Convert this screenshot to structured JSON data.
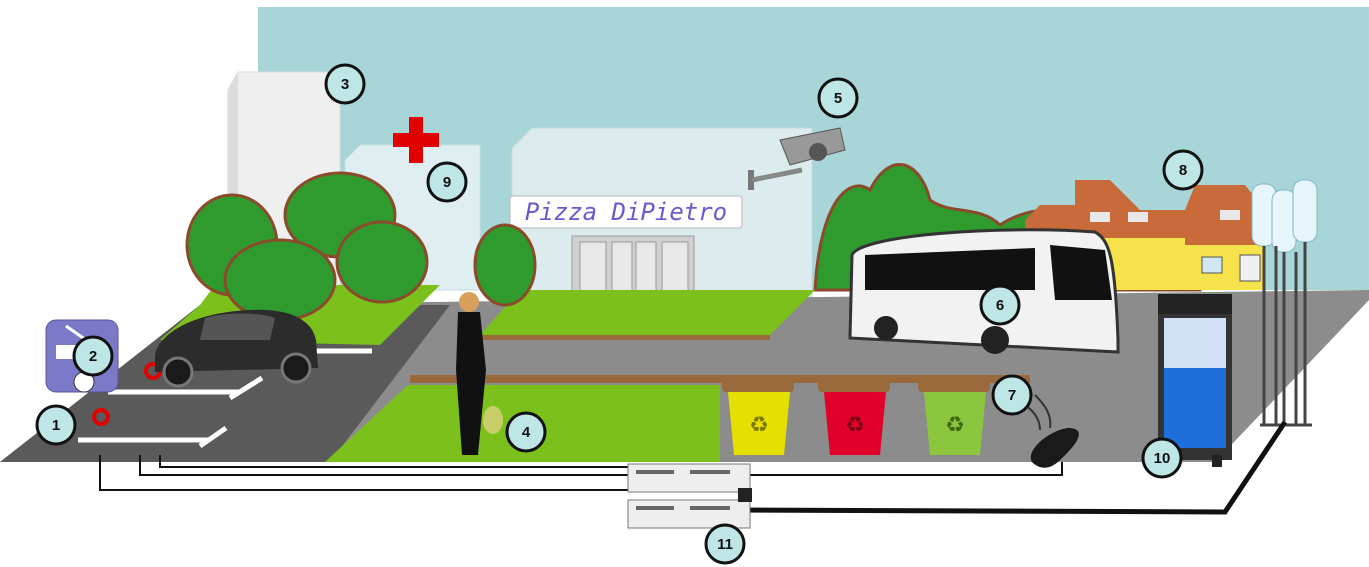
{
  "scene": {
    "shop_sign": "Pizza DiPietro",
    "callouts": [
      "1",
      "2",
      "3",
      "4",
      "5",
      "6",
      "7",
      "8",
      "9",
      "10",
      "11"
    ],
    "colors": {
      "sky": "#a8d6d8",
      "road": "#8c8c8c",
      "road_dark": "#5a5a5a",
      "lawn": "#7cc01c",
      "tree": "#2f9b2f",
      "tree_outline": "#8b4a2b",
      "callout_fill": "#bfe6e6",
      "bin_yellow": "#e6e000",
      "bin_red": "#e0002a",
      "bin_green": "#8cc63f",
      "bin_lid": "#9b6a3c",
      "medical_cross": "#e00000",
      "bus": "#f2f2f2",
      "kiosk_blue": "#1e6fd9",
      "house_roof": "#c86a3a",
      "house_wall": "#f6e24a"
    },
    "icons": [
      "parking-meter-icon",
      "car-icon",
      "medical-cross-icon",
      "woman-with-phone-icon",
      "cctv-camera-icon",
      "bus-icon",
      "recycle-icon",
      "smart-sensor-icon",
      "kiosk-icon",
      "antenna-tubes-icon",
      "network-switch-icon"
    ]
  }
}
